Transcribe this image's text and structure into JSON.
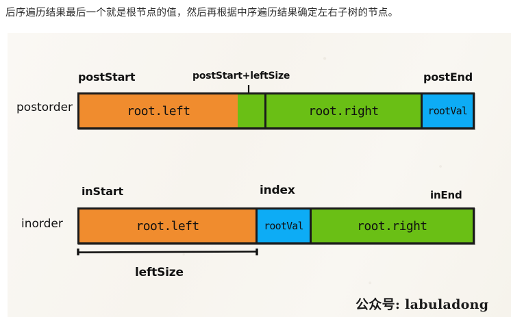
{
  "page": {
    "caption": "后序遍历结果最后一个就是根节点的值，然后再根据中序遍历结果确定左右子树的节点。"
  },
  "figure": {
    "background_color": "#f8f5f0",
    "outline_color": "#1a1a1a",
    "palette": {
      "orange": "#f08c2e",
      "green": "#6abf15",
      "blue": "#0dacf5"
    },
    "postorder": {
      "row_label": "postorder",
      "markers": {
        "start": "postStart",
        "mid": "postStart+leftSize",
        "end": "postEnd"
      },
      "segments": [
        {
          "label": "root.left",
          "color": "#f08c2e",
          "width_pct": 40.2
        },
        {
          "label": "",
          "color": "#6abf15",
          "width_pct": 6.9
        },
        {
          "label": "root.right",
          "color": "#6abf15",
          "width_pct": 39.6
        },
        {
          "label": "rootVal",
          "color": "#0dacf5",
          "width_pct": 13.3
        }
      ]
    },
    "inorder": {
      "row_label": "inorder",
      "markers": {
        "start": "inStart",
        "mid": "index",
        "end": "inEnd"
      },
      "segments": [
        {
          "label": "root.left",
          "color": "#f08c2e",
          "width_pct": 44.8
        },
        {
          "label": "rootVal",
          "color": "#0dacf5",
          "width_pct": 13.7
        },
        {
          "label": "root.right",
          "color": "#6abf15",
          "width_pct": 41.5
        }
      ],
      "measure_label": "leftSize"
    },
    "watermark": "公众号: labuladong"
  }
}
